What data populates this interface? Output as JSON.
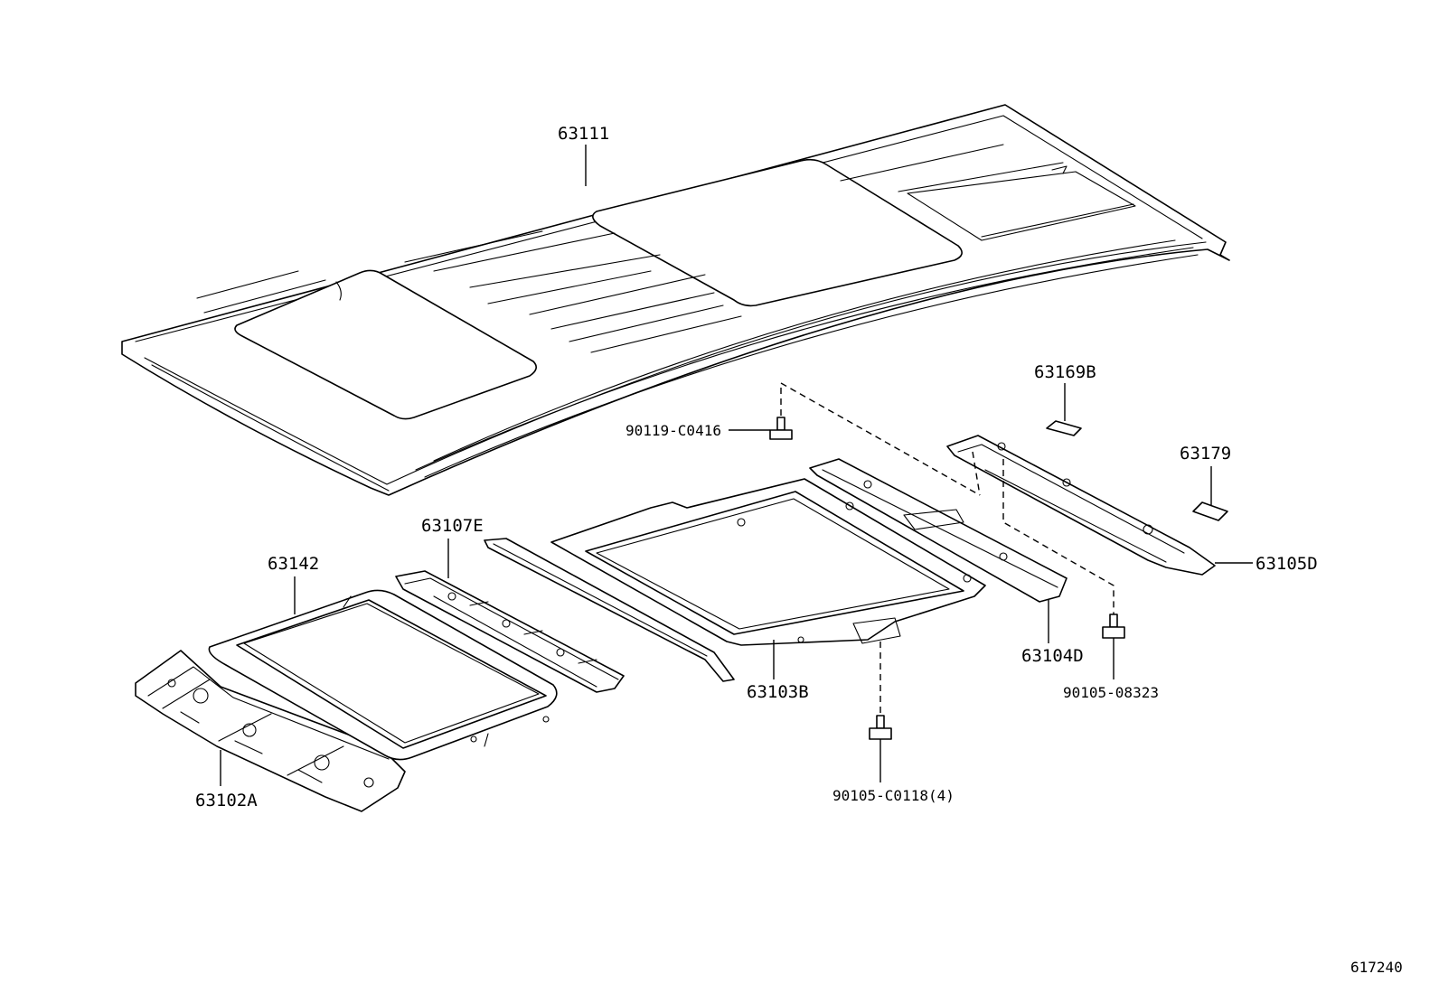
{
  "diagram": {
    "reference_number": "617240",
    "parts": [
      {
        "id": "63111"
      },
      {
        "id": "63169B"
      },
      {
        "id": "63179"
      },
      {
        "id": "90119-C0416"
      },
      {
        "id": "63107E"
      },
      {
        "id": "63142"
      },
      {
        "id": "63105D"
      },
      {
        "id": "63104D"
      },
      {
        "id": "90105-08323"
      },
      {
        "id": "63103B"
      },
      {
        "id": "90105-C0118(4)"
      },
      {
        "id": "63102A"
      }
    ]
  }
}
